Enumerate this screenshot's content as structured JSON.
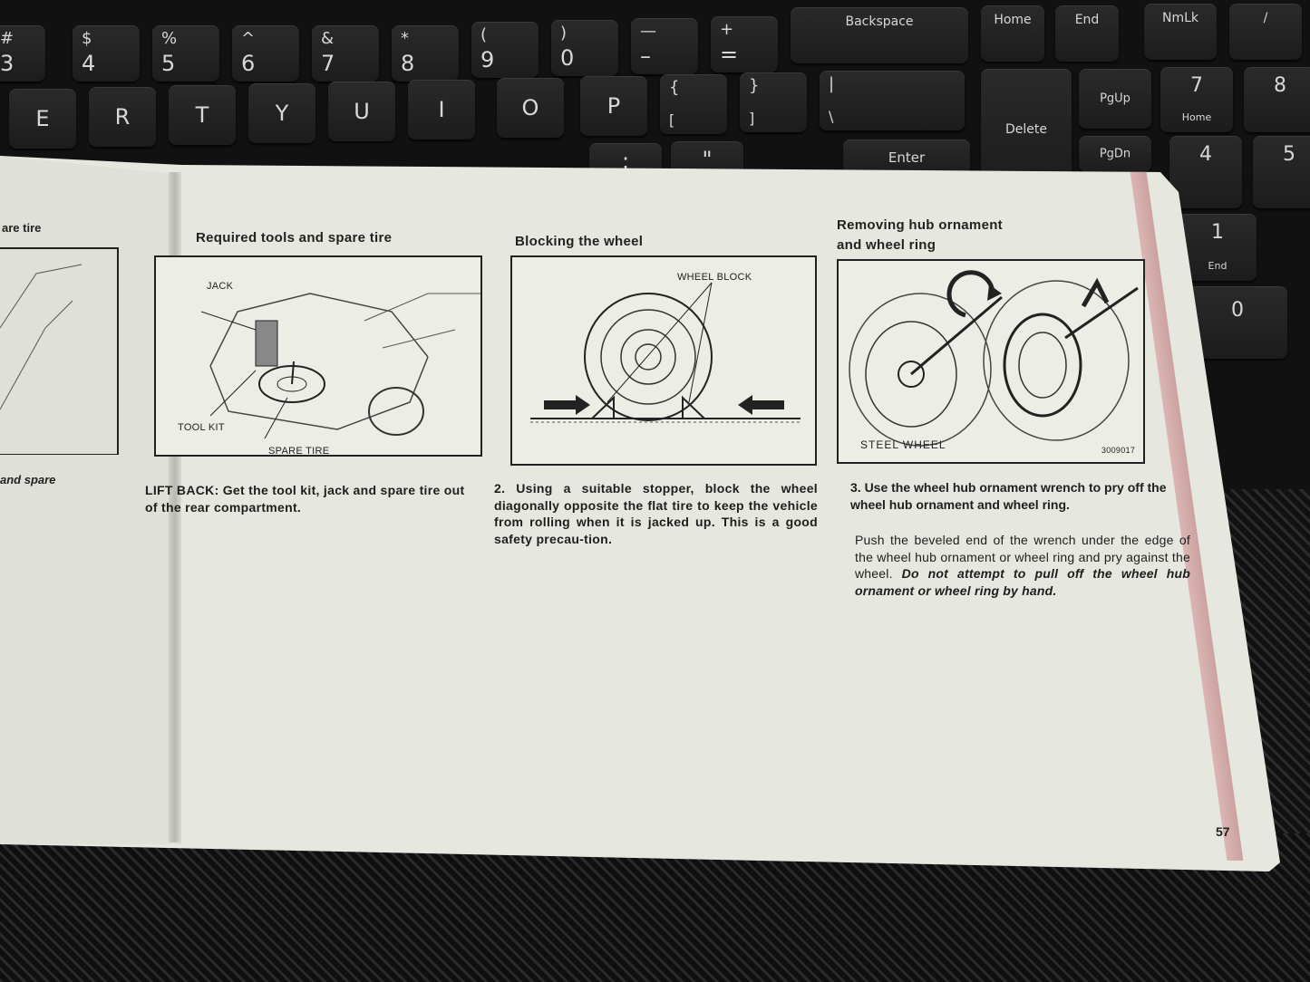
{
  "keyboard": {
    "row1": [
      {
        "top": "#",
        "main": "3"
      },
      {
        "top": "$",
        "main": "4"
      },
      {
        "top": "%",
        "main": "5"
      },
      {
        "top": "^",
        "main": "6"
      },
      {
        "top": "&",
        "main": "7"
      },
      {
        "top": "*",
        "main": "8"
      },
      {
        "top": "(",
        "main": "9"
      },
      {
        "top": ")",
        "main": "0"
      },
      {
        "top": "—",
        "main": "–"
      },
      {
        "top": "+",
        "main": "="
      }
    ],
    "backspace": "Backspace",
    "home": "Home",
    "end": "End",
    "numlk": "NmLk",
    "slash": "/",
    "row2": [
      "E",
      "R",
      "T",
      "Y",
      "U",
      "I",
      "O",
      "P"
    ],
    "brace_open": "{",
    "bracket_open": "[",
    "brace_close": "}",
    "bracket_close": "]",
    "pipe": "|",
    "backslash": "\\",
    "pgup": "PgUp",
    "num7": "7",
    "num7_sub": "Home",
    "num8": "8",
    "delete": "Delete",
    "enter": "Enter",
    "pgdn": "PgDn",
    "num4": "4",
    "num5": "5",
    "num1": "1",
    "num1_sub": "End",
    "num0": "0",
    "colon": ":",
    "quote": "\""
  },
  "left_page": {
    "title_fragment": "are tire",
    "caption_fragment": "and spare"
  },
  "sections": [
    {
      "title": "Required tools and spare tire",
      "labels": {
        "jack": "JACK",
        "tool_kit": "TOOL KIT",
        "spare_tire": "SPARE TIRE"
      },
      "caption_bold": "LIFT BACK:",
      "caption": " Get the tool kit, jack and spare tire out of the rear compartment."
    },
    {
      "title": "Blocking the wheel",
      "labels": {
        "wheel_block": "WHEEL BLOCK"
      },
      "caption": "2. Using a suitable stopper, block the wheel diagonally opposite the flat tire to keep the vehicle from rolling when it is jacked up. This is a good safety precau-tion."
    },
    {
      "title_line1": "Removing hub ornament",
      "title_line2": "and wheel ring",
      "labels": {
        "steel_wheel": "STEEL WHEEL",
        "code": "3009017"
      },
      "caption_bold": "3. Use the wheel hub ornament wrench to pry off the wheel hub ornament and wheel ring.",
      "caption": "Push the beveled end of the wrench under the edge of the wheel hub ornament or wheel ring and pry against the wheel.",
      "caption_italic": " Do not attempt to pull off the wheel hub ornament or wheel ring by hand."
    }
  ],
  "page_number": "57",
  "colors": {
    "paper": "#e6e8df",
    "ink": "#1a1a1a",
    "keyboard": "#111111"
  }
}
